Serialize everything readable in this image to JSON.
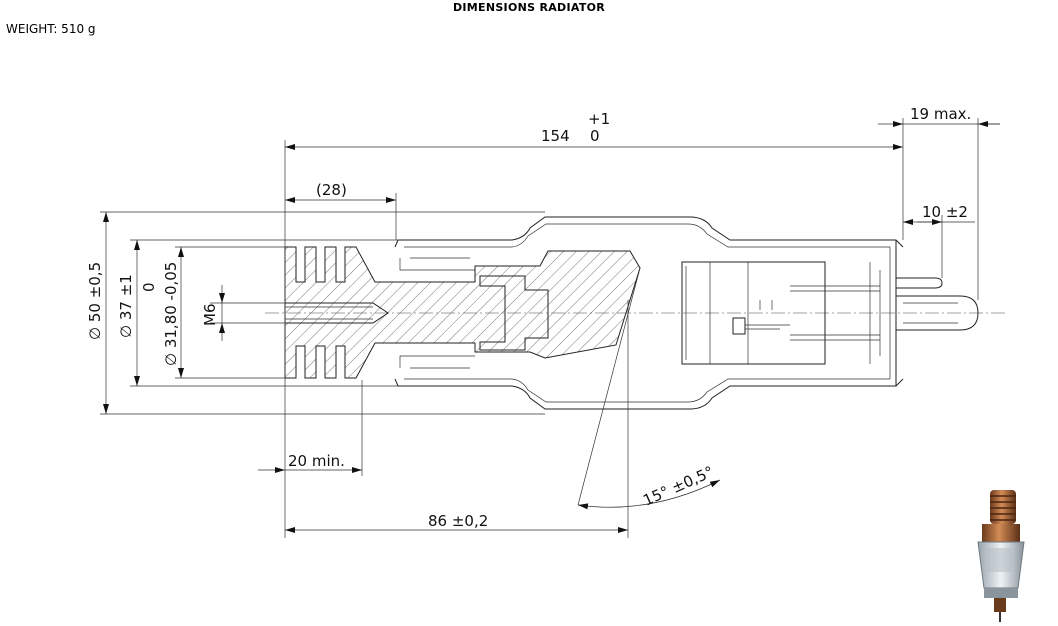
{
  "header": {
    "title": "DIMENSIONS RADIATOR",
    "weight": "WEIGHT: 510 g"
  },
  "dimensions": {
    "overall_upper": "+1",
    "overall_main": "154",
    "overall_lower": "0",
    "max_19": "19 max.",
    "ref_28": "(28)",
    "tol_10": "10 ±2",
    "dia_50": "∅ 50 ±0,5",
    "dia_37": "∅ 37 ±1",
    "dia_31_upper": "0",
    "dia_31_main": "∅ 31,80 -0,05",
    "thread": "M6",
    "min_20": "20 min.",
    "len_86": "86 ±0,2",
    "angle_15": "15° ±0,5°"
  },
  "colors": {
    "line": "#222222",
    "copper": "#b06a3a",
    "glass": "#cfd6dc"
  },
  "icons": {
    "product_image": "radiator-tube-render-icon"
  }
}
